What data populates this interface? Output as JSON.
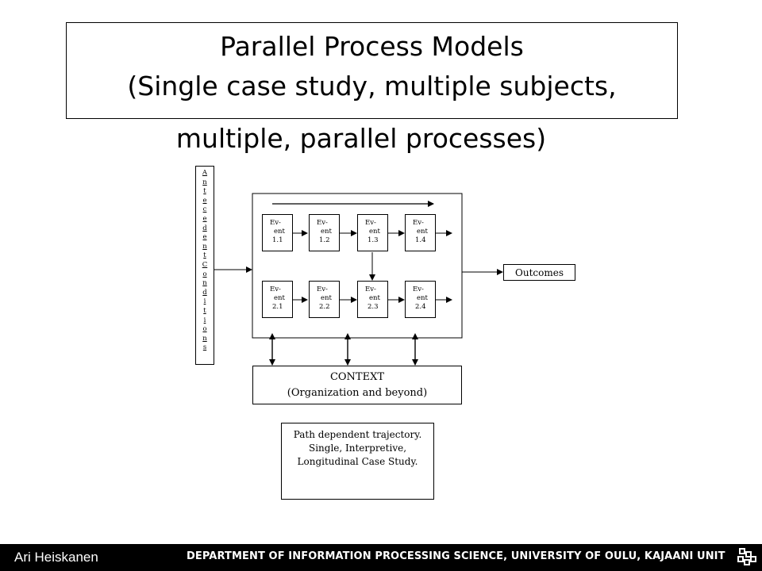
{
  "title": {
    "line1": "Parallel Process Models",
    "line2": "(Single case study, multiple subjects,",
    "line3": "multiple, parallel processes)"
  },
  "antecedent_letters": [
    "A",
    "n",
    "t",
    "e",
    "c",
    "e",
    "d",
    "e",
    "n",
    "t",
    "C",
    "o",
    "n",
    "d",
    "i",
    "t",
    "i",
    "o",
    "n",
    "s"
  ],
  "events_row1": [
    {
      "l1": "Ev-",
      "l2": "ent",
      "l3": "1.1"
    },
    {
      "l1": "Ev-",
      "l2": "ent",
      "l3": "1.2"
    },
    {
      "l1": "Ev-",
      "l2": "ent",
      "l3": "1.3"
    },
    {
      "l1": "Ev-",
      "l2": "ent",
      "l3": "1.4"
    }
  ],
  "events_row2": [
    {
      "l1": "Ev-",
      "l2": "ent",
      "l3": "2.1"
    },
    {
      "l1": "Ev-",
      "l2": "ent",
      "l3": "2.2"
    },
    {
      "l1": "Ev-",
      "l2": "ent",
      "l3": "2.3"
    },
    {
      "l1": "Ev-",
      "l2": "ent",
      "l3": "2.4"
    }
  ],
  "outcomes": "Outcomes",
  "context": {
    "line1": "CONTEXT",
    "line2": "(Organization and beyond)"
  },
  "path_box": {
    "line1": "Path dependent trajectory.",
    "line2": "Single, Interpretive,",
    "line3": "Longitudinal Case Study."
  },
  "footer": {
    "author": "Ari Heiskanen",
    "department": "DEPARTMENT OF INFORMATION PROCESSING SCIENCE, UNIVERSITY OF OULU, KAJAANI UNIT",
    "logo_icon": "university-logo-icon"
  }
}
